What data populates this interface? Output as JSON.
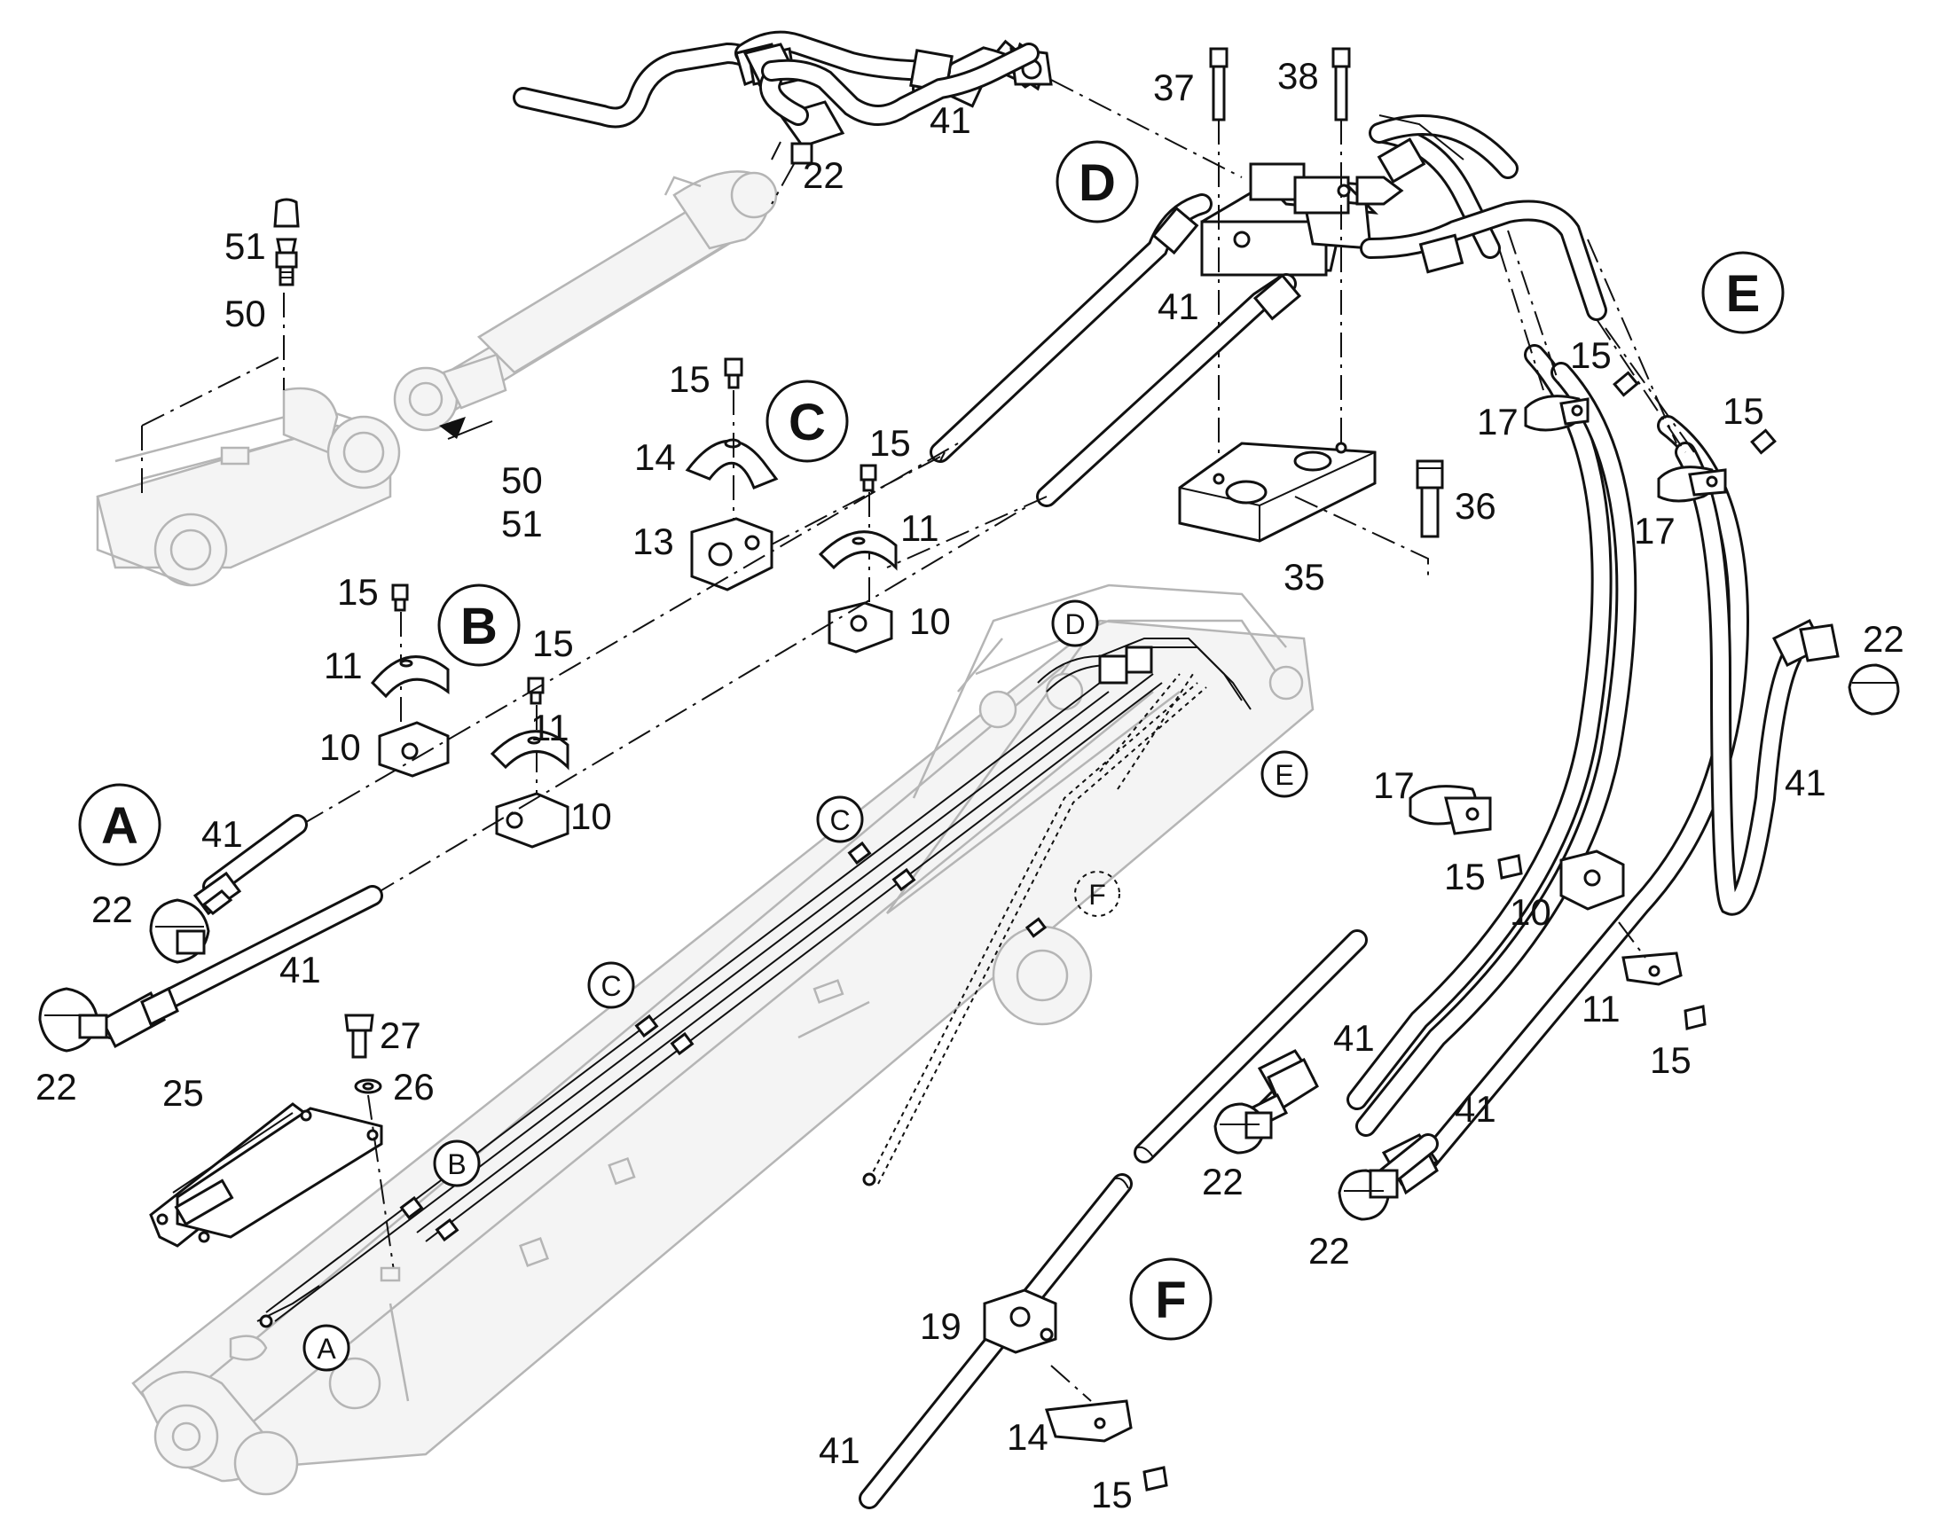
{
  "section_labels": {
    "A": "A",
    "B": "B",
    "C": "C",
    "D": "D",
    "E": "E",
    "F": "F"
  },
  "callouts": [
    "51",
    "50",
    "50",
    "51",
    "22",
    "41",
    "37",
    "38",
    "41",
    "15",
    "14",
    "13",
    "15",
    "11",
    "10",
    "15",
    "11",
    "10",
    "15",
    "11",
    "10",
    "41",
    "22",
    "41",
    "22",
    "27",
    "26",
    "25",
    "36",
    "35",
    "15",
    "17",
    "15",
    "17",
    "22",
    "41",
    "17",
    "15",
    "10",
    "11",
    "15",
    "41",
    "41",
    "22",
    "22",
    "19",
    "14",
    "15",
    "41"
  ]
}
